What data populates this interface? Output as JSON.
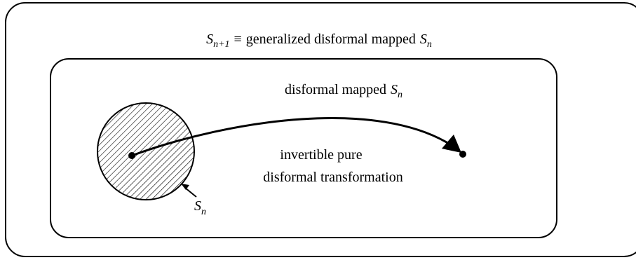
{
  "outer_label": {
    "symbol": "S",
    "subscript": "n+1",
    "equiv": "≡",
    "text": "generalized disformal mapped",
    "symbol2": "S",
    "subscript2": "n"
  },
  "inner_label": {
    "text": "disformal mapped",
    "symbol": "S",
    "subscript": "n"
  },
  "transform_label": {
    "line1": "invertible pure",
    "line2": "disformal transformation"
  },
  "set_label": {
    "symbol": "S",
    "subscript": "n"
  },
  "colors": {
    "stroke": "#000000",
    "background": "#ffffff"
  }
}
